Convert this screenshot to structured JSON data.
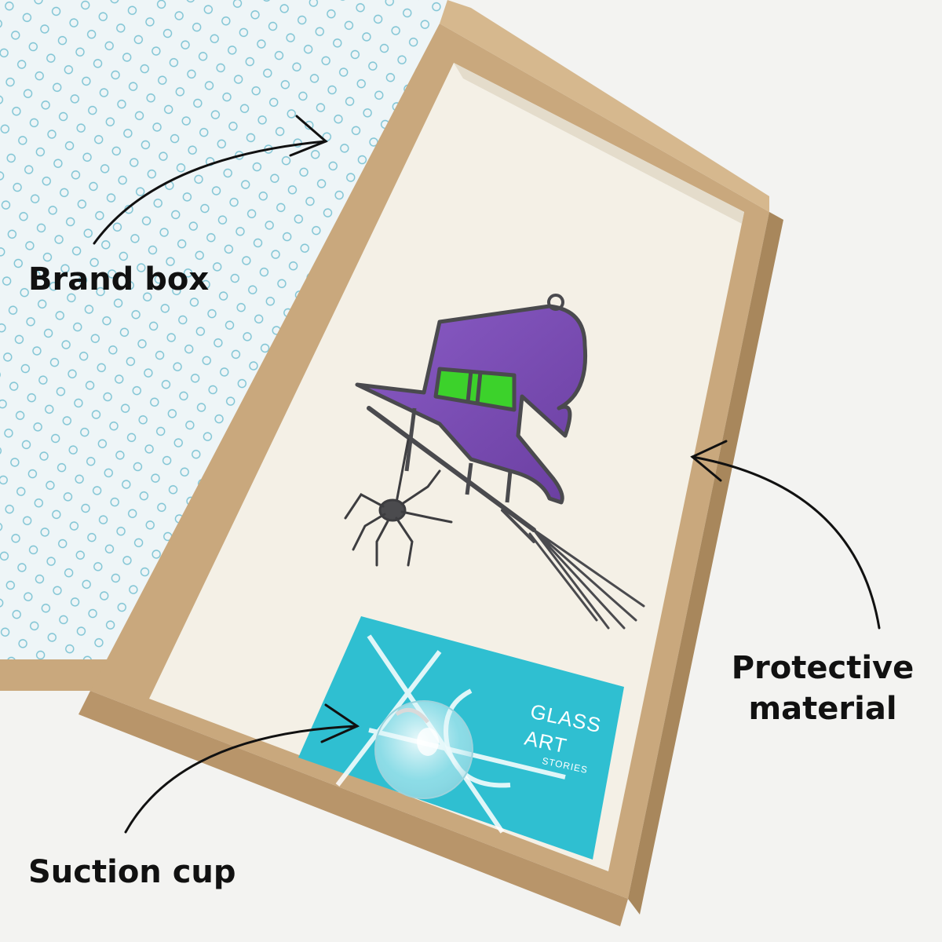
{
  "labels": {
    "brand_box": "Brand box",
    "protective_line1": "Protective",
    "protective_line2": "material",
    "suction_cup": "Suction cup"
  },
  "card": {
    "line1": "GLASS",
    "line2": "ART",
    "line3": "STORIES"
  },
  "colors": {
    "background": "#f3f3f1",
    "cardboard": "#c9a87d",
    "foam": "#f4f0e6",
    "paper_pattern": "#7fc4d4",
    "hat_purple": "#7a4bb0",
    "hat_band": "#3cd22b",
    "card_teal": "#2fbfd1",
    "solder": "#4a4a4e"
  },
  "icons": [
    "curved-arrow-icon",
    "witch-hat-ornament",
    "spider-icon",
    "broom-icon",
    "suction-cup-icon"
  ]
}
